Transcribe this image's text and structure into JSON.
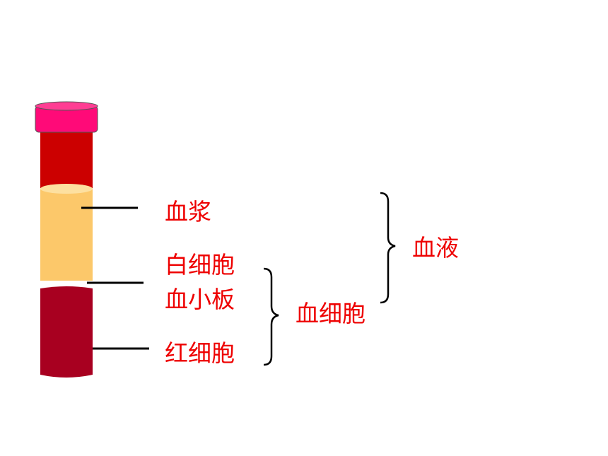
{
  "labels": {
    "plasma": "血浆",
    "white_blood_cells": "白细胞",
    "platelets": "血小板",
    "red_blood_cells": "红细胞",
    "blood_cells": "血细胞",
    "blood": "血液"
  },
  "colors": {
    "cap": "#ff0a78",
    "upper_blood": "#cc0000",
    "plasma": "#fcc86a",
    "buffy_coat": "#ffffff",
    "red_cells": "#a80020",
    "label_text": "#ee0000",
    "lines": "#000000"
  }
}
